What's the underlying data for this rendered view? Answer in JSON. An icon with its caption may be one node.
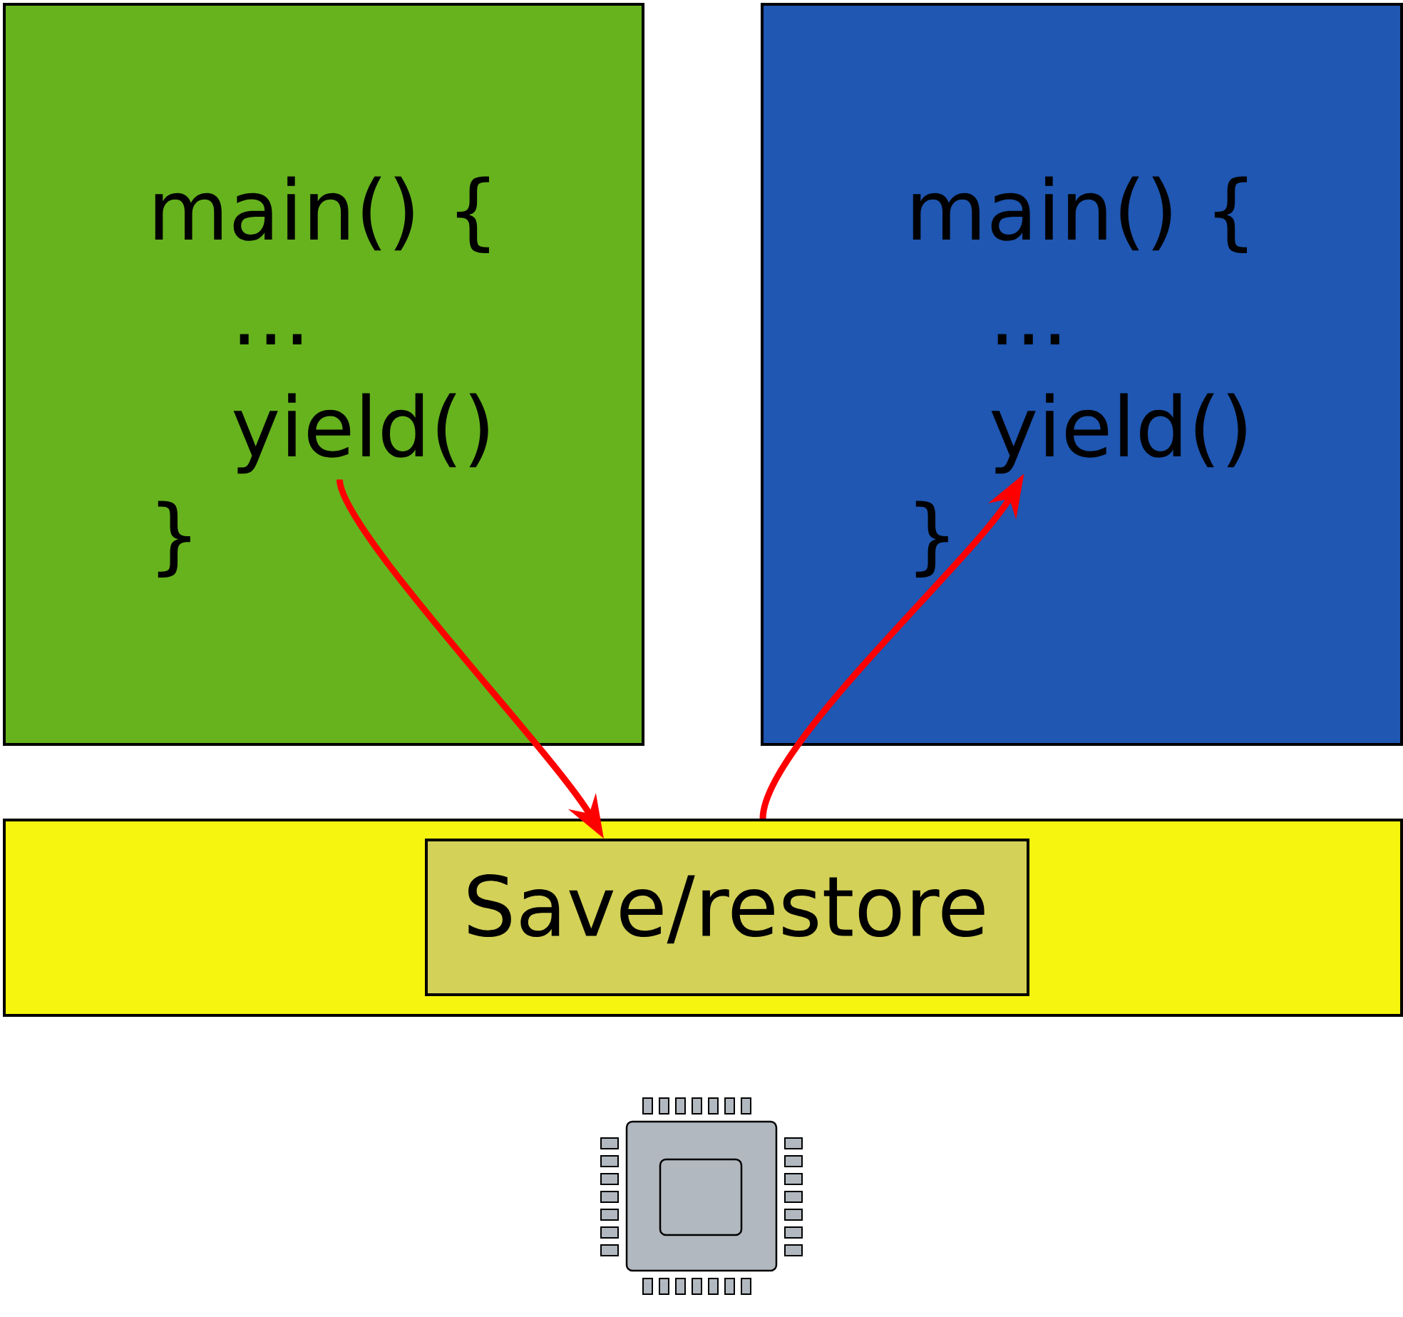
{
  "diagram": {
    "nodes": [
      {
        "text": [
          "main() {",
          "...",
          "}"
        ]
      },
      {
        "text": [
          "yield()"
        ],
        "in": 0
      },
      {
        "text": [
          "main() {",
          "...",
          "}"
        ]
      },
      {
        "text": [
          "yield()"
        ],
        "in": 2
      },
      {
        "text": [],
        "shape": "bar"
      },
      {
        "text": [
          "Save/restore"
        ],
        "in": 4
      }
    ],
    "edges": [
      {
        "from": 1,
        "to": 5,
        "arrow": "to"
      },
      {
        "from": 4,
        "to": 3,
        "arrow": "to"
      }
    ]
  }
}
